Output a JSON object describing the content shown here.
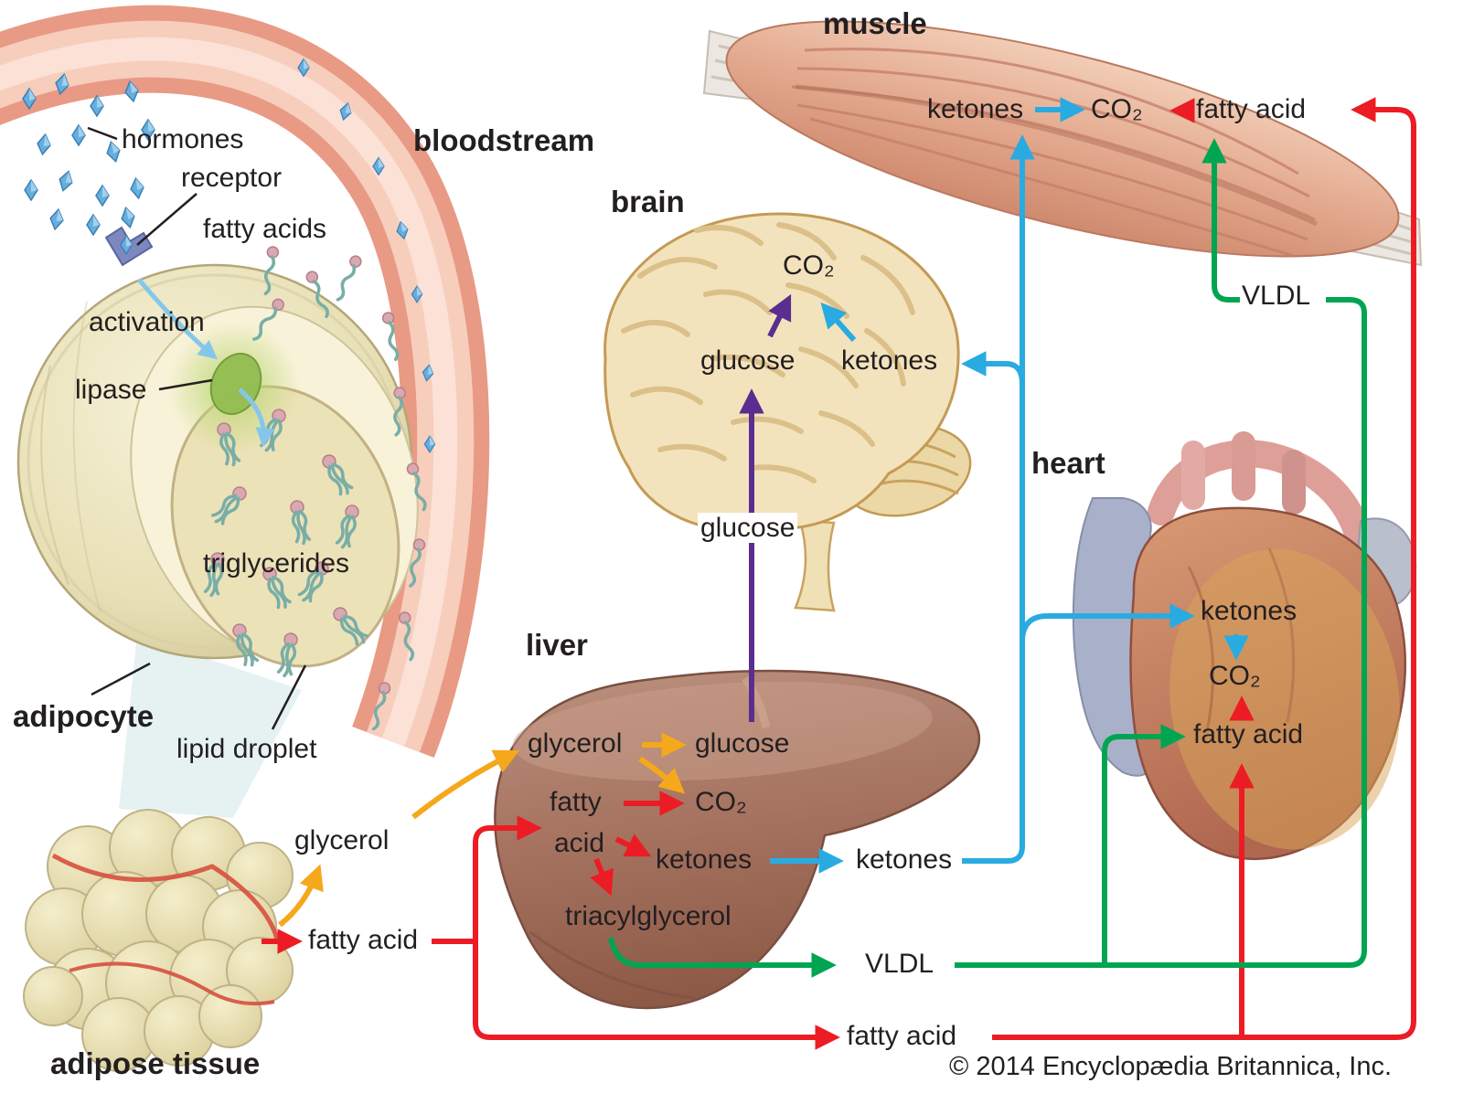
{
  "pathway_colors": {
    "fatty_acid_red": "#ec1c24",
    "vldl_green": "#00a551",
    "ketones_blue": "#29abe2",
    "glycerol_yellow": "#f5a81c",
    "glucose_purple": "#5b2d90",
    "activation_blue": "#85c7ea"
  },
  "left_panel": {
    "bloodstream": "bloodstream",
    "hormones": "hormones",
    "receptor": "receptor",
    "fatty_acids": "fatty acids",
    "activation": "activation",
    "lipase": "lipase",
    "triglycerides": "triglycerides",
    "adipocyte": "adipocyte",
    "lipid_droplet": "lipid droplet",
    "adipose_tissue": "adipose tissue",
    "glycerol": "glycerol",
    "fatty_acid": "fatty acid"
  },
  "brain": {
    "title": "brain",
    "co2": "CO₂",
    "glucose": "glucose",
    "ketones": "ketones",
    "glucose_input": "glucose"
  },
  "liver": {
    "title": "liver",
    "glycerol": "glycerol",
    "glucose": "glucose",
    "co2": "CO₂",
    "fatty": "fatty",
    "acid": "acid",
    "ketones": "ketones",
    "triacylglycerol": "triacylglycerol",
    "ketones_export": "ketones",
    "vldl_export": "VLDL",
    "fatty_acid_export": "fatty acid"
  },
  "muscle": {
    "title": "muscle",
    "ketones": "ketones",
    "co2": "CO₂",
    "fatty_acid": "fatty acid",
    "vldl": "VLDL"
  },
  "heart": {
    "title": "heart",
    "ketones": "ketones",
    "co2": "CO₂",
    "fatty_acid": "fatty acid"
  },
  "copyright": "© 2014 Encyclopædia Britannica, Inc."
}
